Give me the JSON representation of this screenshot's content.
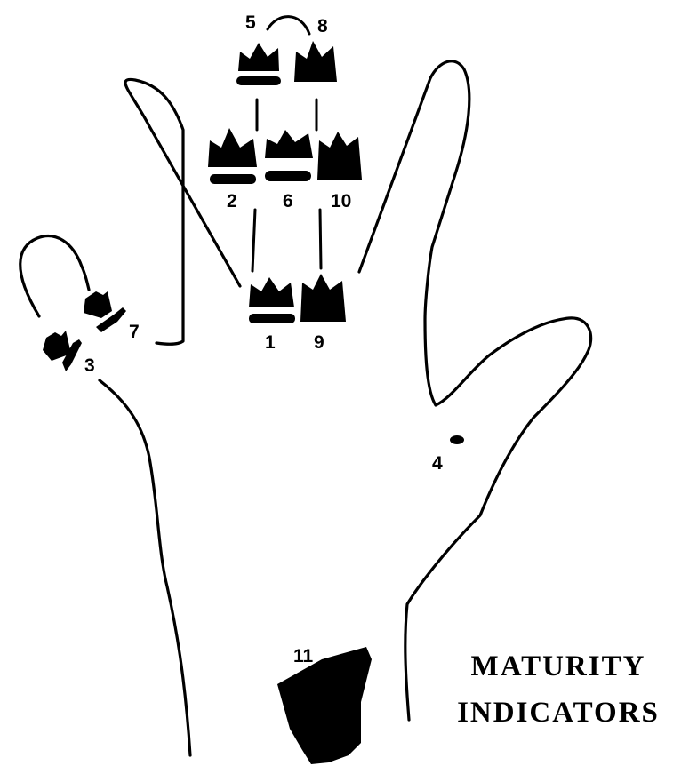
{
  "diagram": {
    "title_line1": "MATURITY",
    "title_line2": "INDICATORS",
    "labels": {
      "i1": "1",
      "i2": "2",
      "i3": "3",
      "i4": "4",
      "i5": "5",
      "i6": "6",
      "i7": "7",
      "i8": "8",
      "i9": "9",
      "i10": "10",
      "i11": "11"
    }
  }
}
